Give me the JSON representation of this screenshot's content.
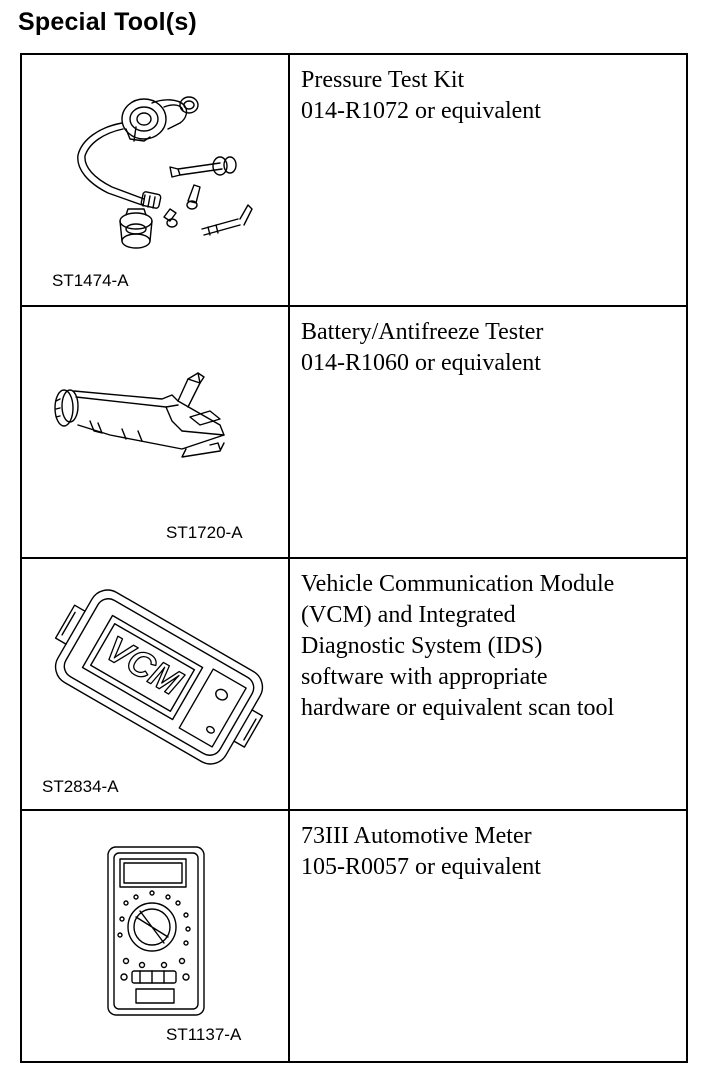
{
  "section": {
    "title": "Special Tool(s)"
  },
  "tools": [
    {
      "figure_id": "ST1474-A",
      "icon": "pressure-test-kit-icon",
      "lines": [
        "Pressure Test Kit",
        "014-R1072 or equivalent"
      ]
    },
    {
      "figure_id": "ST1720-A",
      "icon": "battery-antifreeze-tester-icon",
      "lines": [
        "Battery/Antifreeze Tester",
        "014-R1060 or equivalent"
      ]
    },
    {
      "figure_id": "ST2834-A",
      "icon": "vcm-module-icon",
      "drawn_text": "VCM",
      "lines": [
        "Vehicle Communication Module",
        "(VCM) and Integrated",
        "Diagnostic System (IDS)",
        "software with appropriate",
        "hardware or equivalent scan tool"
      ]
    },
    {
      "figure_id": "ST1137-A",
      "icon": "automotive-meter-icon",
      "lines": [
        "73III Automotive Meter",
        "105-R0057 or equivalent"
      ]
    }
  ]
}
